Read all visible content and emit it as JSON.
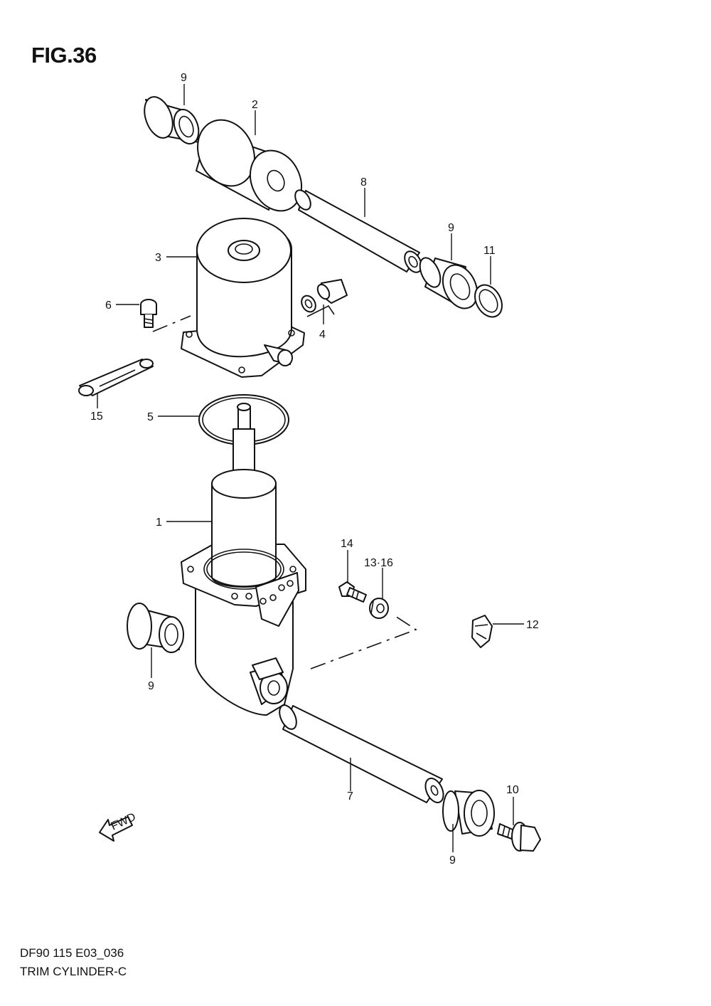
{
  "figure": {
    "title": "FIG.36",
    "code": "DF90 115 E03_036",
    "name": "TRIM CYLINDER-C"
  },
  "callouts": {
    "c1": "1",
    "c2": "2",
    "c3": "3",
    "c4": "4",
    "c5": "5",
    "c6": "6",
    "c7": "7",
    "c8": "8",
    "c9a": "9",
    "c9b": "9",
    "c9c": "9",
    "c9d": "9",
    "c10": "10",
    "c11": "11",
    "c12": "12",
    "c13_16": "13·16",
    "c14": "14",
    "c15": "15"
  },
  "fwd_arrow": {
    "label": "FWD"
  }
}
